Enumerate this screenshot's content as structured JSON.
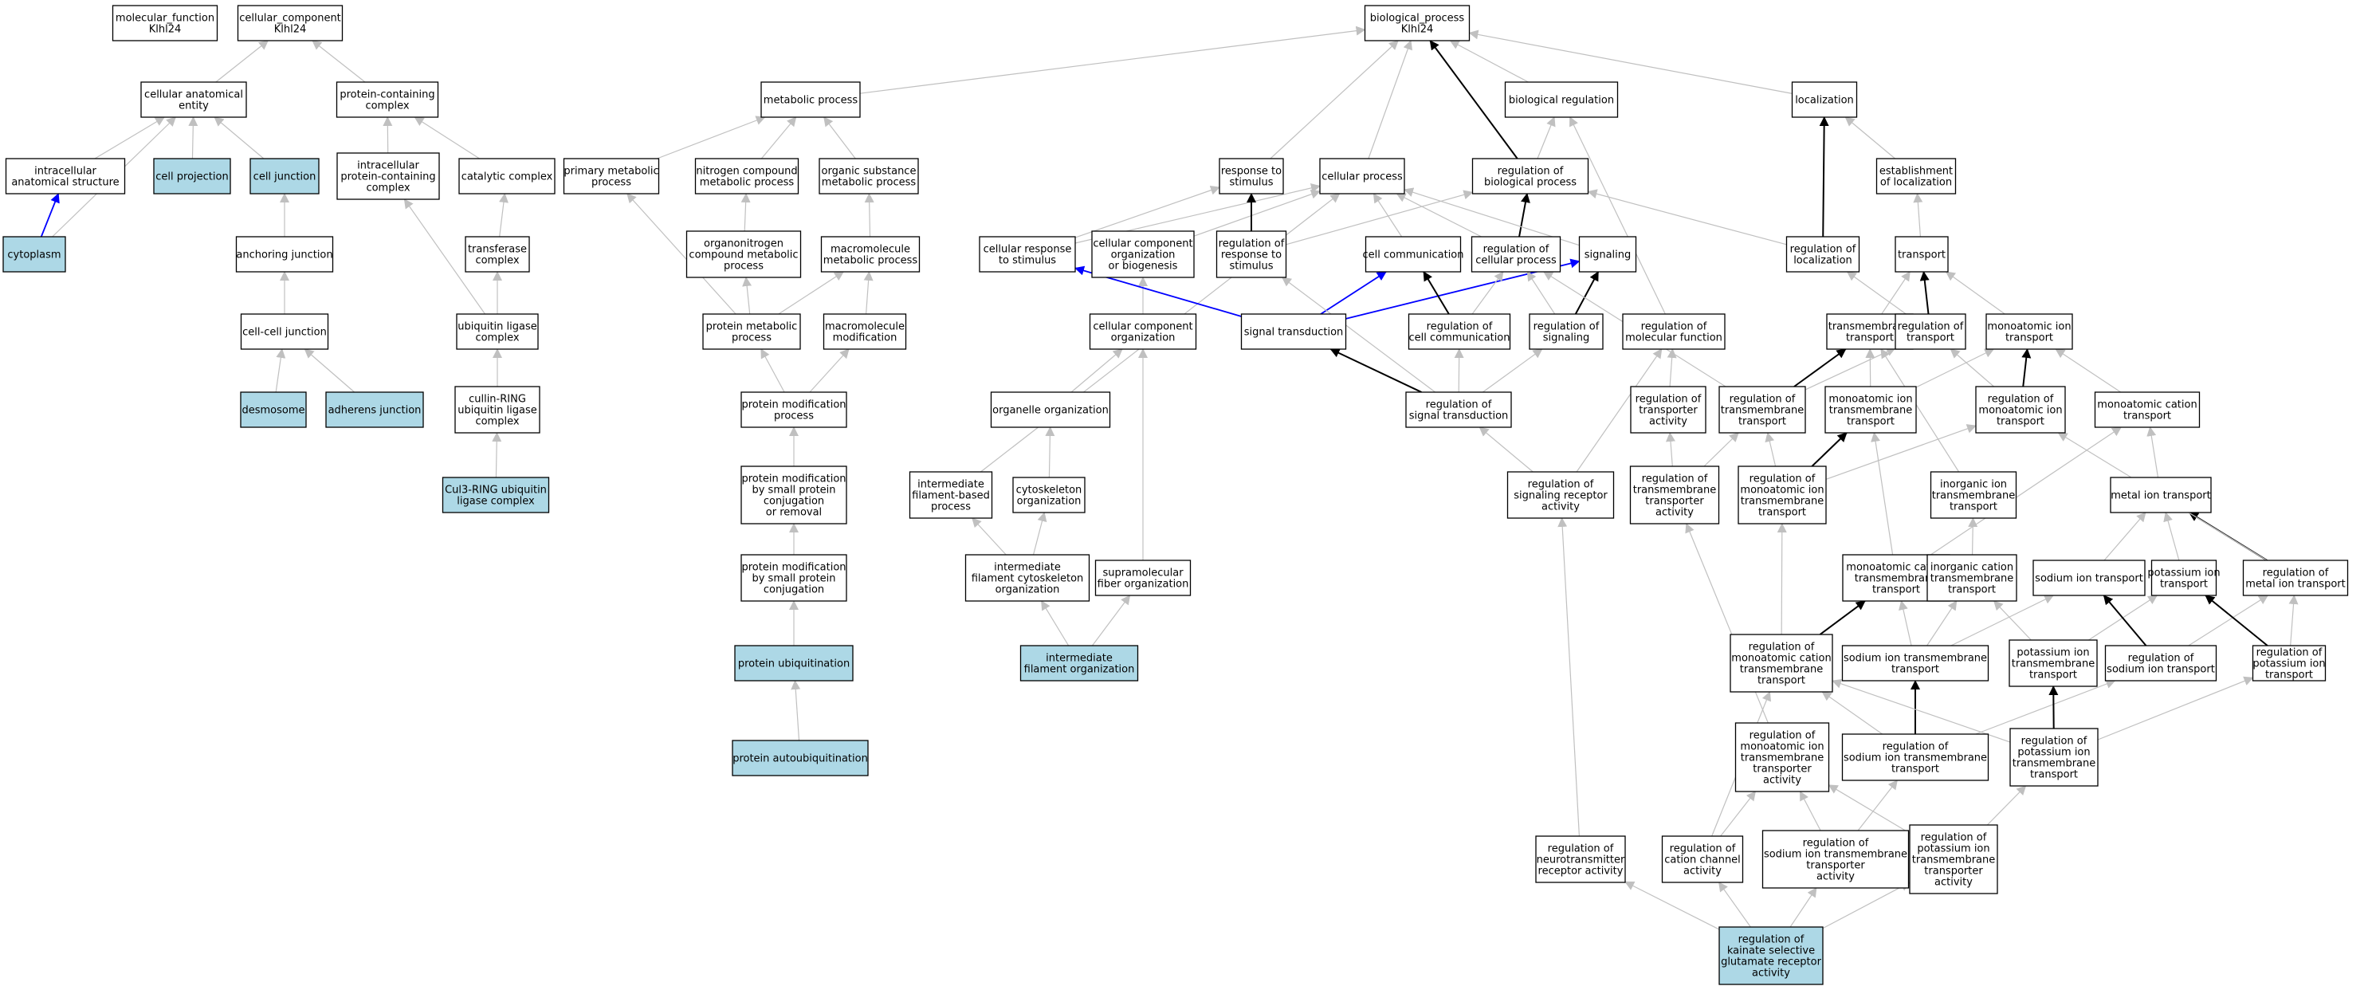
{
  "colors": {
    "node_fill": "#ffffff",
    "highlight_fill": "#add8e6",
    "edge_grey": "#c0c0c0",
    "edge_black": "#000000",
    "edge_blue": "#0000ff"
  },
  "nodes": [
    {
      "id": "mf",
      "lines": [
        "molecular_function",
        "Klhl24"
      ],
      "hl": false
    },
    {
      "id": "cc",
      "lines": [
        "cellular_component",
        "Klhl24"
      ],
      "hl": false
    },
    {
      "id": "cae",
      "lines": [
        "cellular anatomical",
        "entity"
      ],
      "hl": false
    },
    {
      "id": "pcc",
      "lines": [
        "protein-containing",
        "complex"
      ],
      "hl": false
    },
    {
      "id": "ias",
      "lines": [
        "intracellular",
        "anatomical structure"
      ],
      "hl": false
    },
    {
      "id": "cproj",
      "lines": [
        "cell projection"
      ],
      "hl": true
    },
    {
      "id": "cj",
      "lines": [
        "cell junction"
      ],
      "hl": true
    },
    {
      "id": "ipcc",
      "lines": [
        "intracellular",
        "protein-containing",
        "complex"
      ],
      "hl": false
    },
    {
      "id": "catc",
      "lines": [
        "catalytic complex"
      ],
      "hl": false
    },
    {
      "id": "cyto",
      "lines": [
        "cytoplasm"
      ],
      "hl": true
    },
    {
      "id": "aj",
      "lines": [
        "anchoring junction"
      ],
      "hl": false
    },
    {
      "id": "tc",
      "lines": [
        "transferase",
        "complex"
      ],
      "hl": false
    },
    {
      "id": "ccj",
      "lines": [
        "cell-cell junction"
      ],
      "hl": false
    },
    {
      "id": "ulc",
      "lines": [
        "ubiquitin ligase",
        "complex"
      ],
      "hl": false
    },
    {
      "id": "desm",
      "lines": [
        "desmosome"
      ],
      "hl": true
    },
    {
      "id": "adh",
      "lines": [
        "adherens junction"
      ],
      "hl": true
    },
    {
      "id": "crulc",
      "lines": [
        "cullin-RING",
        "ubiquitin ligase",
        "complex"
      ],
      "hl": false
    },
    {
      "id": "cul3",
      "lines": [
        "Cul3-RING ubiquitin",
        "ligase complex"
      ],
      "hl": true
    },
    {
      "id": "bp",
      "lines": [
        "biological_process",
        "Klhl24"
      ],
      "hl": false
    },
    {
      "id": "metp",
      "lines": [
        "metabolic process"
      ],
      "hl": false
    },
    {
      "id": "breg",
      "lines": [
        "biological regulation"
      ],
      "hl": false
    },
    {
      "id": "loc",
      "lines": [
        "localization"
      ],
      "hl": false
    },
    {
      "id": "pmp",
      "lines": [
        "primary metabolic",
        "process"
      ],
      "hl": false
    },
    {
      "id": "ncmp",
      "lines": [
        "nitrogen compound",
        "metabolic process"
      ],
      "hl": false
    },
    {
      "id": "osmp",
      "lines": [
        "organic substance",
        "metabolic process"
      ],
      "hl": false
    },
    {
      "id": "rts",
      "lines": [
        "response to",
        "stimulus"
      ],
      "hl": false
    },
    {
      "id": "cp",
      "lines": [
        "cellular process"
      ],
      "hl": false
    },
    {
      "id": "rbp",
      "lines": [
        "regulation of",
        "biological process"
      ],
      "hl": false
    },
    {
      "id": "eol",
      "lines": [
        "establishment",
        "of localization"
      ],
      "hl": false
    },
    {
      "id": "oncmp",
      "lines": [
        "organonitrogen",
        "compound metabolic",
        "process"
      ],
      "hl": false
    },
    {
      "id": "mmp",
      "lines": [
        "macromolecule",
        "metabolic process"
      ],
      "hl": false
    },
    {
      "id": "crs",
      "lines": [
        "cellular response",
        "to stimulus"
      ],
      "hl": false
    },
    {
      "id": "ccob",
      "lines": [
        "cellular component",
        "organization",
        "or biogenesis"
      ],
      "hl": false
    },
    {
      "id": "rrs",
      "lines": [
        "regulation of",
        "response to",
        "stimulus"
      ],
      "hl": false
    },
    {
      "id": "ccom",
      "lines": [
        "cell communication"
      ],
      "hl": false
    },
    {
      "id": "rcp",
      "lines": [
        "regulation of",
        "cellular process"
      ],
      "hl": false
    },
    {
      "id": "sig",
      "lines": [
        "signaling"
      ],
      "hl": false
    },
    {
      "id": "rloc",
      "lines": [
        "regulation of",
        "localization"
      ],
      "hl": false
    },
    {
      "id": "trans",
      "lines": [
        "transport"
      ],
      "hl": false
    },
    {
      "id": "protmp",
      "lines": [
        "protein metabolic",
        "process"
      ],
      "hl": false
    },
    {
      "id": "mmod",
      "lines": [
        "macromolecule",
        "modification"
      ],
      "hl": false
    },
    {
      "id": "cco",
      "lines": [
        "cellular component",
        "organization"
      ],
      "hl": false
    },
    {
      "id": "st",
      "lines": [
        "signal transduction"
      ],
      "hl": false
    },
    {
      "id": "rcc",
      "lines": [
        "regulation of",
        "cell communication"
      ],
      "hl": false
    },
    {
      "id": "rsig",
      "lines": [
        "regulation of",
        "signaling"
      ],
      "hl": false
    },
    {
      "id": "rmf",
      "lines": [
        "regulation of",
        "molecular function"
      ],
      "hl": false
    },
    {
      "id": "tmt",
      "lines": [
        "transmembrane",
        "transport"
      ],
      "hl": false
    },
    {
      "id": "rtr",
      "lines": [
        "regulation of",
        "transport"
      ],
      "hl": false
    },
    {
      "id": "mit",
      "lines": [
        "monoatomic ion",
        "transport"
      ],
      "hl": false
    },
    {
      "id": "pmodp",
      "lines": [
        "protein modification",
        "process"
      ],
      "hl": false
    },
    {
      "id": "oo",
      "lines": [
        "organelle organization"
      ],
      "hl": false
    },
    {
      "id": "rst",
      "lines": [
        "regulation of",
        "signal transduction"
      ],
      "hl": false
    },
    {
      "id": "rta",
      "lines": [
        "regulation of",
        "transporter",
        "activity"
      ],
      "hl": false
    },
    {
      "id": "rtmt",
      "lines": [
        "regulation of",
        "transmembrane",
        "transport"
      ],
      "hl": false
    },
    {
      "id": "mitmt",
      "lines": [
        "monoatomic ion",
        "transmembrane",
        "transport"
      ],
      "hl": false
    },
    {
      "id": "rmit",
      "lines": [
        "regulation of",
        "monoatomic ion",
        "transport"
      ],
      "hl": false
    },
    {
      "id": "mct",
      "lines": [
        "monoatomic cation",
        "transport"
      ],
      "hl": false
    },
    {
      "id": "pmsp",
      "lines": [
        "protein modification",
        "by small protein",
        "conjugation",
        "or removal"
      ],
      "hl": false
    },
    {
      "id": "ifbp",
      "lines": [
        "intermediate",
        "filament-based",
        "process"
      ],
      "hl": false
    },
    {
      "id": "csko",
      "lines": [
        "cytoskeleton",
        "organization"
      ],
      "hl": false
    },
    {
      "id": "rsra",
      "lines": [
        "regulation of",
        "signaling receptor",
        "activity"
      ],
      "hl": false
    },
    {
      "id": "rtmta",
      "lines": [
        "regulation of",
        "transmembrane",
        "transporter",
        "activity"
      ],
      "hl": false
    },
    {
      "id": "rmitmt",
      "lines": [
        "regulation of",
        "monoatomic ion",
        "transmembrane",
        "transport"
      ],
      "hl": false
    },
    {
      "id": "iitmt",
      "lines": [
        "inorganic ion",
        "transmembrane",
        "transport"
      ],
      "hl": false
    },
    {
      "id": "mett",
      "lines": [
        "metal ion transport"
      ],
      "hl": false
    },
    {
      "id": "pmspc",
      "lines": [
        "protein modification",
        "by small protein",
        "conjugation"
      ],
      "hl": false
    },
    {
      "id": "ifco",
      "lines": [
        "intermediate",
        "filament cytoskeleton",
        "organization"
      ],
      "hl": false
    },
    {
      "id": "sfo",
      "lines": [
        "supramolecular",
        "fiber organization"
      ],
      "hl": false
    },
    {
      "id": "mctmt",
      "lines": [
        "monoatomic cation",
        "transmembrane",
        "transport"
      ],
      "hl": false
    },
    {
      "id": "ictmt",
      "lines": [
        "inorganic cation",
        "transmembrane",
        "transport"
      ],
      "hl": false
    },
    {
      "id": "sit",
      "lines": [
        "sodium ion transport"
      ],
      "hl": false
    },
    {
      "id": "pit",
      "lines": [
        "potassium ion",
        "transport"
      ],
      "hl": false
    },
    {
      "id": "rmett",
      "lines": [
        "regulation of",
        "metal ion transport"
      ],
      "hl": false
    },
    {
      "id": "pu",
      "lines": [
        "protein ubiquitination"
      ],
      "hl": true
    },
    {
      "id": "ifo",
      "lines": [
        "intermediate",
        "filament organization"
      ],
      "hl": true
    },
    {
      "id": "rmctmt",
      "lines": [
        "regulation of",
        "monoatomic cation",
        "transmembrane",
        "transport"
      ],
      "hl": false
    },
    {
      "id": "sitmt",
      "lines": [
        "sodium ion transmembrane",
        "transport"
      ],
      "hl": false
    },
    {
      "id": "pitmt",
      "lines": [
        "potassium ion",
        "transmembrane",
        "transport"
      ],
      "hl": false
    },
    {
      "id": "rsit",
      "lines": [
        "regulation of",
        "sodium ion transport"
      ],
      "hl": false
    },
    {
      "id": "rpit",
      "lines": [
        "regulation of",
        "potassium ion",
        "transport"
      ],
      "hl": false
    },
    {
      "id": "rmitmta",
      "lines": [
        "regulation of",
        "monoatomic ion",
        "transmembrane",
        "transporter",
        "activity"
      ],
      "hl": false
    },
    {
      "id": "rsitmt",
      "lines": [
        "regulation of",
        "sodium ion transmembrane",
        "transport"
      ],
      "hl": false
    },
    {
      "id": "rpitmt",
      "lines": [
        "regulation of",
        "potassium ion",
        "transmembrane",
        "transport"
      ],
      "hl": false
    },
    {
      "id": "pau",
      "lines": [
        "protein autoubiquitination"
      ],
      "hl": true
    },
    {
      "id": "rntra",
      "lines": [
        "regulation of",
        "neurotransmitter",
        "receptor activity"
      ],
      "hl": false
    },
    {
      "id": "rcca",
      "lines": [
        "regulation of",
        "cation channel",
        "activity"
      ],
      "hl": false
    },
    {
      "id": "rsitmta",
      "lines": [
        "regulation of",
        "sodium ion transmembrane",
        "transporter",
        "activity"
      ],
      "hl": false
    },
    {
      "id": "rpitmta",
      "lines": [
        "regulation of",
        "potassium ion",
        "transmembrane",
        "transporter",
        "activity"
      ],
      "hl": false
    },
    {
      "id": "rksgra",
      "lines": [
        "regulation of",
        "kainate selective",
        "glutamate receptor",
        "activity"
      ],
      "hl": true
    }
  ],
  "edges": [
    [
      "cae",
      "cc",
      "g"
    ],
    [
      "pcc",
      "cc",
      "g"
    ],
    [
      "ias",
      "cae",
      "g"
    ],
    [
      "cproj",
      "cae",
      "g"
    ],
    [
      "cj",
      "cae",
      "g"
    ],
    [
      "cyto",
      "cae",
      "g"
    ],
    [
      "cyto",
      "ias",
      "u"
    ],
    [
      "ipcc",
      "pcc",
      "g"
    ],
    [
      "catc",
      "pcc",
      "g"
    ],
    [
      "aj",
      "cj",
      "g"
    ],
    [
      "ccj",
      "aj",
      "g"
    ],
    [
      "desm",
      "ccj",
      "g"
    ],
    [
      "adh",
      "ccj",
      "g"
    ],
    [
      "tc",
      "catc",
      "g"
    ],
    [
      "ulc",
      "tc",
      "g"
    ],
    [
      "ulc",
      "ipcc",
      "g"
    ],
    [
      "crulc",
      "ulc",
      "g"
    ],
    [
      "cul3",
      "crulc",
      "g"
    ],
    [
      "metp",
      "bp",
      "g"
    ],
    [
      "breg",
      "bp",
      "g"
    ],
    [
      "loc",
      "bp",
      "g"
    ],
    [
      "rts",
      "bp",
      "g"
    ],
    [
      "cp",
      "bp",
      "g"
    ],
    [
      "rbp",
      "bp",
      "k"
    ],
    [
      "pmp",
      "metp",
      "g"
    ],
    [
      "ncmp",
      "metp",
      "g"
    ],
    [
      "osmp",
      "metp",
      "g"
    ],
    [
      "oncmp",
      "ncmp",
      "g"
    ],
    [
      "mmp",
      "osmp",
      "g"
    ],
    [
      "protmp",
      "oncmp",
      "g"
    ],
    [
      "protmp",
      "pmp",
      "g"
    ],
    [
      "protmp",
      "mmp",
      "g"
    ],
    [
      "mmod",
      "mmp",
      "g"
    ],
    [
      "pmodp",
      "protmp",
      "g"
    ],
    [
      "pmodp",
      "mmod",
      "g"
    ],
    [
      "pmsp",
      "pmodp",
      "g"
    ],
    [
      "pmspc",
      "pmsp",
      "g"
    ],
    [
      "pu",
      "pmspc",
      "g"
    ],
    [
      "pau",
      "pu",
      "g"
    ],
    [
      "crs",
      "rts",
      "g"
    ],
    [
      "crs",
      "cp",
      "g"
    ],
    [
      "ccob",
      "cp",
      "g"
    ],
    [
      "rrs",
      "rts",
      "k"
    ],
    [
      "rrs",
      "rbp",
      "g"
    ],
    [
      "rbp",
      "breg",
      "g"
    ],
    [
      "ccom",
      "cp",
      "g"
    ],
    [
      "rcp",
      "cp",
      "g"
    ],
    [
      "rcp",
      "rbp",
      "k"
    ],
    [
      "sig",
      "cp",
      "g"
    ],
    [
      "eol",
      "loc",
      "g"
    ],
    [
      "rloc",
      "loc",
      "k"
    ],
    [
      "rloc",
      "rbp",
      "g"
    ],
    [
      "trans",
      "eol",
      "g"
    ],
    [
      "cco",
      "ccob",
      "g"
    ],
    [
      "oo",
      "cco",
      "g"
    ],
    [
      "csko",
      "oo",
      "g"
    ],
    [
      "ifbp",
      "cp",
      "g"
    ],
    [
      "ifco",
      "csko",
      "g"
    ],
    [
      "ifco",
      "ifbp",
      "g"
    ],
    [
      "ifo",
      "ifco",
      "g"
    ],
    [
      "ifo",
      "sfo",
      "g"
    ],
    [
      "sfo",
      "cco",
      "g"
    ],
    [
      "st",
      "ccom",
      "u"
    ],
    [
      "st",
      "sig",
      "u"
    ],
    [
      "st",
      "crs",
      "u"
    ],
    [
      "rcc",
      "ccom",
      "k"
    ],
    [
      "rcc",
      "rcp",
      "g"
    ],
    [
      "rsig",
      "sig",
      "k"
    ],
    [
      "rsig",
      "rcp",
      "g"
    ],
    [
      "rst",
      "st",
      "k"
    ],
    [
      "rst",
      "rcc",
      "g"
    ],
    [
      "rst",
      "rsig",
      "g"
    ],
    [
      "rst",
      "rrs",
      "g"
    ],
    [
      "rmf",
      "breg",
      "g"
    ],
    [
      "rta",
      "rmf",
      "g"
    ],
    [
      "rsra",
      "rst",
      "g"
    ],
    [
      "rsra",
      "rmf",
      "g"
    ],
    [
      "tmt",
      "trans",
      "g"
    ],
    [
      "rtr",
      "trans",
      "k"
    ],
    [
      "rtr",
      "rloc",
      "g"
    ],
    [
      "mit",
      "trans",
      "g"
    ],
    [
      "rtmt",
      "tmt",
      "k"
    ],
    [
      "rtmt",
      "rtr",
      "g"
    ],
    [
      "rtmt",
      "rcp",
      "g"
    ],
    [
      "mitmt",
      "tmt",
      "g"
    ],
    [
      "mitmt",
      "mit",
      "g"
    ],
    [
      "rmit",
      "mit",
      "k"
    ],
    [
      "rmit",
      "rtr",
      "g"
    ],
    [
      "mct",
      "mit",
      "g"
    ],
    [
      "rtmta",
      "rta",
      "g"
    ],
    [
      "rtmta",
      "rtmt",
      "g"
    ],
    [
      "rmitmt",
      "mitmt",
      "k"
    ],
    [
      "rmitmt",
      "rtmt",
      "g"
    ],
    [
      "rmitmt",
      "rmit",
      "g"
    ],
    [
      "iitmt",
      "tmt",
      "g"
    ],
    [
      "mett",
      "mct",
      "g"
    ],
    [
      "mctmt",
      "mitmt",
      "g"
    ],
    [
      "mctmt",
      "mct",
      "g"
    ],
    [
      "ictmt",
      "iitmt",
      "g"
    ],
    [
      "sit",
      "mett",
      "g"
    ],
    [
      "pit",
      "mett",
      "g"
    ],
    [
      "rmett",
      "mett",
      "k"
    ],
    [
      "rmett",
      "rmit",
      "g"
    ],
    [
      "rmctmt",
      "mctmt",
      "k"
    ],
    [
      "rmctmt",
      "rmitmt",
      "g"
    ],
    [
      "sitmt",
      "mctmt",
      "g"
    ],
    [
      "sitmt",
      "ictmt",
      "g"
    ],
    [
      "sitmt",
      "sit",
      "g"
    ],
    [
      "pitmt",
      "ictmt",
      "g"
    ],
    [
      "pitmt",
      "pit",
      "g"
    ],
    [
      "rsit",
      "sit",
      "k"
    ],
    [
      "rsit",
      "rmett",
      "g"
    ],
    [
      "rpit",
      "pit",
      "k"
    ],
    [
      "rpit",
      "rmett",
      "g"
    ],
    [
      "rsitmt",
      "sitmt",
      "k"
    ],
    [
      "rsitmt",
      "rsit",
      "g"
    ],
    [
      "rsitmt",
      "rmctmt",
      "g"
    ],
    [
      "rpitmt",
      "pitmt",
      "k"
    ],
    [
      "rpitmt",
      "rpit",
      "g"
    ],
    [
      "rpitmt",
      "rmctmt",
      "g"
    ],
    [
      "rmitmta",
      "rtmta",
      "g"
    ],
    [
      "rntra",
      "rsra",
      "g"
    ],
    [
      "rcca",
      "rmitmta",
      "g"
    ],
    [
      "rcca",
      "rmctmt",
      "g"
    ],
    [
      "rsitmta",
      "rmitmta",
      "g"
    ],
    [
      "rsitmta",
      "rsitmt",
      "g"
    ],
    [
      "rpitmta",
      "rmitmta",
      "g"
    ],
    [
      "rpitmta",
      "rpitmt",
      "g"
    ],
    [
      "rksgra",
      "rntra",
      "g"
    ],
    [
      "rksgra",
      "rcca",
      "g"
    ],
    [
      "rksgra",
      "rsitmta",
      "g"
    ],
    [
      "rksgra",
      "rpitmta",
      "g"
    ]
  ]
}
